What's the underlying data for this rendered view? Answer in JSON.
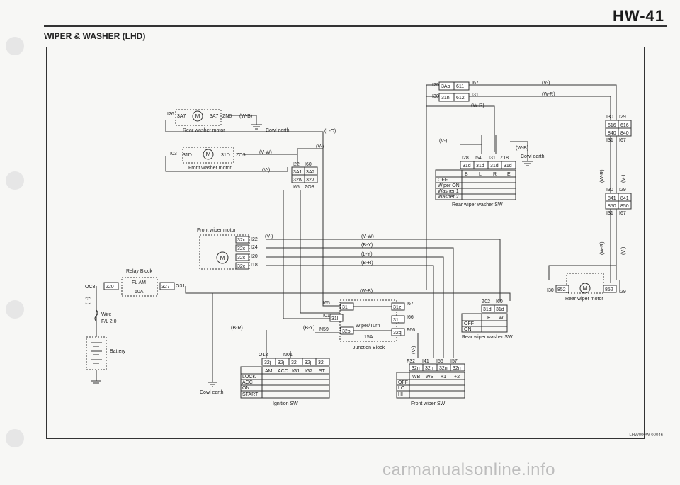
{
  "header": {
    "code": "HW-41",
    "title": "WIPER & WASHER (LHD)"
  },
  "footer": {
    "doc_code": "LHW000W-00046",
    "watermark": "carmanualsonline.info"
  },
  "components": {
    "rear_washer_motor": {
      "label": "Rear washer motor",
      "left_conn": "3A7",
      "right_conn": "3A7",
      "left_pin": "I26",
      "right_pin": "ZN0",
      "wire": "(W-B)",
      "earth": "Cowl earth"
    },
    "front_washer_motor": {
      "label": "Front washer motor",
      "left_conn": "31D",
      "right_conn": "31D",
      "left_pin": "I03",
      "right_pin": "ZO9",
      "wire": "(V-W)",
      "wire2": "(V-)"
    },
    "front_wiper_motor": {
      "label": "Front wiper motor",
      "conns": [
        "32c",
        "32c",
        "32c",
        "32c"
      ],
      "pins": [
        "I22",
        "I24",
        "I20",
        "I18"
      ],
      "wires": [
        "(V-)",
        "(V-W)",
        "(B-Y)",
        "(L-Y)",
        "(B-R)"
      ]
    },
    "relay_block": {
      "label": "Relay Block",
      "fuse": "FL AM",
      "amps": "60A",
      "left": "OC3",
      "left_conn": "220",
      "right_conn": "327",
      "right_pin": "O31"
    },
    "wire_fl": {
      "label": "Wire",
      "value": "F/L 2.0"
    },
    "battery": {
      "label": "Battery"
    },
    "wire_l": "(L-)",
    "junction_block": {
      "label": "Junction Block",
      "fuse": "Wiper/Turn",
      "amps": "15A",
      "conns": [
        "31l",
        "31l",
        "32b",
        "31z",
        "31j",
        "32q"
      ],
      "pins": [
        "I65",
        "I01",
        "N59",
        "I67",
        "I66",
        "F66"
      ],
      "wires": [
        "(W-B)",
        "(B-R)",
        "(B-Y)",
        "(V-)"
      ]
    },
    "ignition_sw": {
      "label": "Ignition SW",
      "pins": [
        "O12",
        "N01"
      ],
      "conns": [
        "32j",
        "32j",
        "32j",
        "32j",
        "32j"
      ],
      "cols": [
        "AM",
        "ACC",
        "IG1",
        "IG2",
        "ST"
      ],
      "rows": [
        "LOCK",
        "ACC",
        "ON",
        "START"
      ],
      "earth": "Cowl earth"
    },
    "front_wiper_sw": {
      "label": "Front wiper SW",
      "pins": [
        "F32",
        "I41",
        "I56",
        "I57"
      ],
      "conns": [
        "32n",
        "32n",
        "32n",
        "32n"
      ],
      "cols": [
        "WB",
        "WS",
        "+1",
        "+2"
      ],
      "rows": [
        "OFF",
        "LO",
        "HI"
      ]
    },
    "rear_wiper_washer_sw_top": {
      "label": "Rear wiper washer SW",
      "pins": [
        "I28",
        "I54",
        "I31",
        "Z18"
      ],
      "conns": [
        "31d",
        "31d",
        "31d",
        "31d"
      ],
      "cols": [
        "B",
        "L",
        "R",
        "E"
      ],
      "rows": [
        "OFF",
        "Wiper ON",
        "Washer 1",
        "Washer 2"
      ],
      "wire": "(W-B)",
      "earth": "Cowl earth"
    },
    "rear_wiper_washer_sw_mid": {
      "label": "Rear wiper washer SW",
      "pins": [
        "Z02",
        "I60"
      ],
      "conns": [
        "31d",
        "31d"
      ],
      "cols": [
        "E",
        "W"
      ],
      "rows": [
        "OFF",
        "ON"
      ]
    },
    "rear_wiper_motor": {
      "label": "Rear wiper motor",
      "left_pin": "I30",
      "left_conn": "852",
      "right_conn": "852",
      "right_pin": "I29"
    },
    "top_connectors": {
      "row1_pin": "I29",
      "row1": [
        "3Ab",
        "611"
      ],
      "row1_right": "I67",
      "row2_pin": "I30",
      "row2": [
        "31n",
        "612"
      ],
      "row2_right": "I31",
      "wire1": "(V-)",
      "wire2": "(W-R)",
      "wire3": "(W-R)",
      "wire4": "(V-)"
    },
    "middle_connectors": {
      "pins": [
        "I22",
        "I60"
      ],
      "row1": [
        "3A1",
        "3A2"
      ],
      "row2": [
        "32w",
        "32v"
      ],
      "bottom_pins": [
        "I65",
        "ZO8"
      ],
      "wire": "(V-)",
      "wire2": "(L-O)"
    },
    "right_connectors_top": {
      "pins_top": [
        "I30",
        "I29"
      ],
      "row1": [
        "616",
        "616"
      ],
      "row2": [
        "840",
        "840"
      ],
      "pins_bottom": [
        "I31",
        "I67"
      ],
      "wires": [
        "(W-R)",
        "(V-)"
      ]
    },
    "right_connectors_bottom": {
      "pins_top": [
        "I30",
        "I29"
      ],
      "row1": [
        "841",
        "841"
      ],
      "row2": [
        "850",
        "850"
      ],
      "pins_bottom": [
        "I31",
        "I67"
      ],
      "wires": [
        "(W-R)",
        "(V-)"
      ]
    }
  }
}
